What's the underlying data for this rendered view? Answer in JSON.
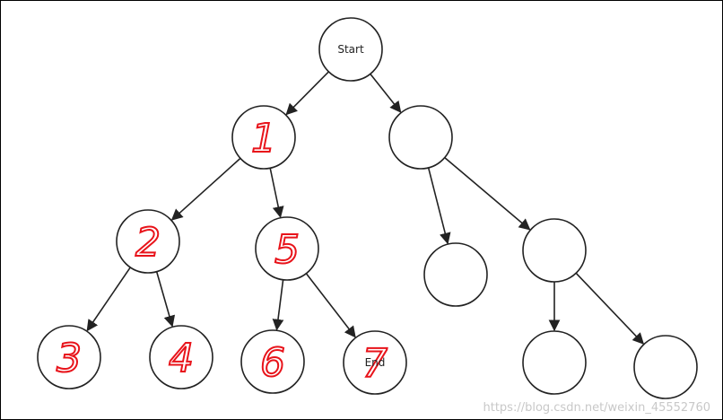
{
  "diagram": {
    "nodes": [
      {
        "id": "start",
        "label": "Start",
        "number": ""
      },
      {
        "id": "n1",
        "label": "",
        "number": "1"
      },
      {
        "id": "r1",
        "label": "",
        "number": ""
      },
      {
        "id": "n2",
        "label": "",
        "number": "2"
      },
      {
        "id": "n5",
        "label": "",
        "number": "5"
      },
      {
        "id": "r2",
        "label": "",
        "number": ""
      },
      {
        "id": "r3",
        "label": "",
        "number": ""
      },
      {
        "id": "n3",
        "label": "",
        "number": "3"
      },
      {
        "id": "n4",
        "label": "",
        "number": "4"
      },
      {
        "id": "n6",
        "label": "",
        "number": "6"
      },
      {
        "id": "n7",
        "label": "End",
        "number": "7"
      },
      {
        "id": "r4",
        "label": "",
        "number": ""
      },
      {
        "id": "r5",
        "label": "",
        "number": ""
      }
    ],
    "edges": [
      {
        "from": "start",
        "to": "n1"
      },
      {
        "from": "start",
        "to": "r1"
      },
      {
        "from": "n1",
        "to": "n2"
      },
      {
        "from": "n1",
        "to": "n5"
      },
      {
        "from": "r1",
        "to": "r2"
      },
      {
        "from": "r1",
        "to": "r3"
      },
      {
        "from": "n2",
        "to": "n3"
      },
      {
        "from": "n2",
        "to": "n4"
      },
      {
        "from": "n5",
        "to": "n6"
      },
      {
        "from": "n5",
        "to": "n7"
      },
      {
        "from": "r3",
        "to": "r4"
      },
      {
        "from": "r3",
        "to": "r5"
      }
    ],
    "colors": {
      "stroke": "#222222",
      "annotation": "#e8131a"
    }
  },
  "watermark": "https://blog.csdn.net/weixin_45552760"
}
